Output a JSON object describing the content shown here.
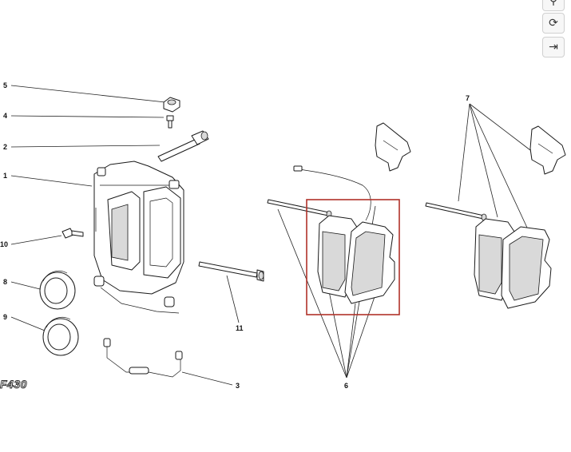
{
  "callouts": {
    "c1": "1",
    "c2": "2",
    "c3": "3",
    "c4": "4",
    "c5": "5",
    "c6": "6",
    "c7": "7",
    "c8": "8",
    "c9": "9",
    "c10": "10",
    "c11": "11"
  },
  "logo_text": "F430",
  "toolbar": {
    "zoom_icon": "magnifier-icon",
    "reset_icon": "rotate-reset-icon",
    "next_icon": "arrow-to-end-icon"
  },
  "highlight_color": "#b0322a"
}
